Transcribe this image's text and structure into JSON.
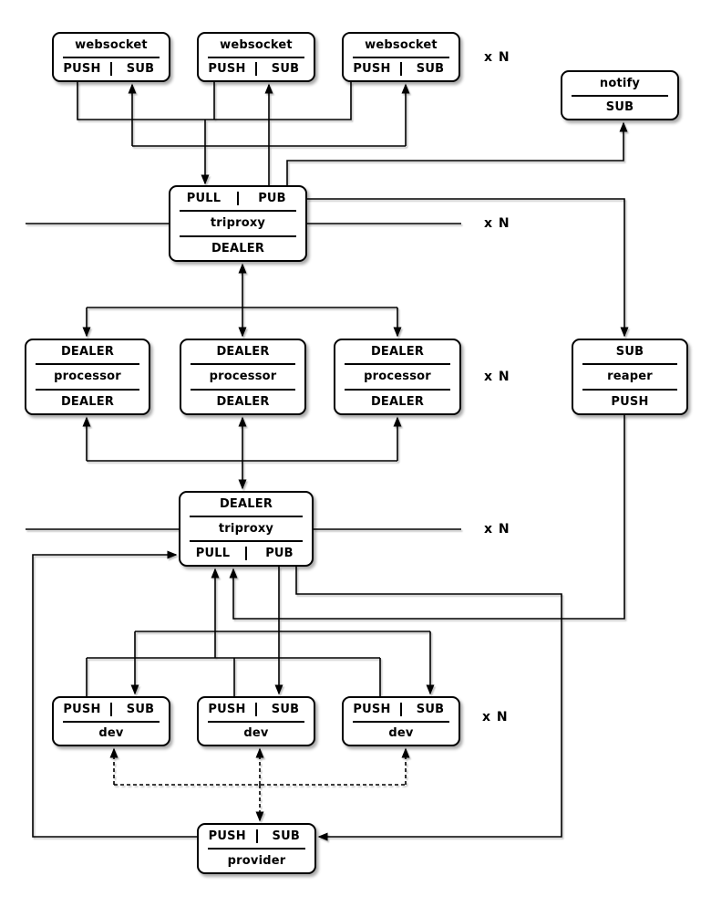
{
  "diagram": {
    "background": "#ffffff",
    "line_color": "#000000",
    "box_fill": "#ffffff",
    "box_border": "#000000",
    "multiplier": "x N",
    "nodes": {
      "websocket1": {
        "title": "websocket",
        "socket_left": "PUSH",
        "socket_right": "SUB"
      },
      "websocket2": {
        "title": "websocket",
        "socket_left": "PUSH",
        "socket_right": "SUB"
      },
      "websocket3": {
        "title": "websocket",
        "socket_left": "PUSH",
        "socket_right": "SUB"
      },
      "notify": {
        "title": "notify",
        "socket_bottom": "SUB"
      },
      "triproxy_app": {
        "socket_top_left": "PULL",
        "socket_top_right": "PUB",
        "title": "triproxy",
        "socket_bottom": "DEALER"
      },
      "processor1": {
        "socket_top": "DEALER",
        "title": "processor",
        "socket_bottom": "DEALER"
      },
      "processor2": {
        "socket_top": "DEALER",
        "title": "processor",
        "socket_bottom": "DEALER"
      },
      "processor3": {
        "socket_top": "DEALER",
        "title": "processor",
        "socket_bottom": "DEALER"
      },
      "reaper": {
        "socket_top": "SUB",
        "title": "reaper",
        "socket_bottom": "PUSH"
      },
      "triproxy_dev": {
        "socket_top": "DEALER",
        "title": "triproxy",
        "socket_bottom_left": "PULL",
        "socket_bottom_right": "PUB"
      },
      "dev1": {
        "socket_left": "PUSH",
        "socket_right": "SUB",
        "title": "dev"
      },
      "dev2": {
        "socket_left": "PUSH",
        "socket_right": "SUB",
        "title": "dev"
      },
      "dev3": {
        "socket_left": "PUSH",
        "socket_right": "SUB",
        "title": "dev"
      },
      "provider": {
        "socket_left": "PUSH",
        "socket_right": "SUB",
        "title": "provider"
      }
    }
  }
}
